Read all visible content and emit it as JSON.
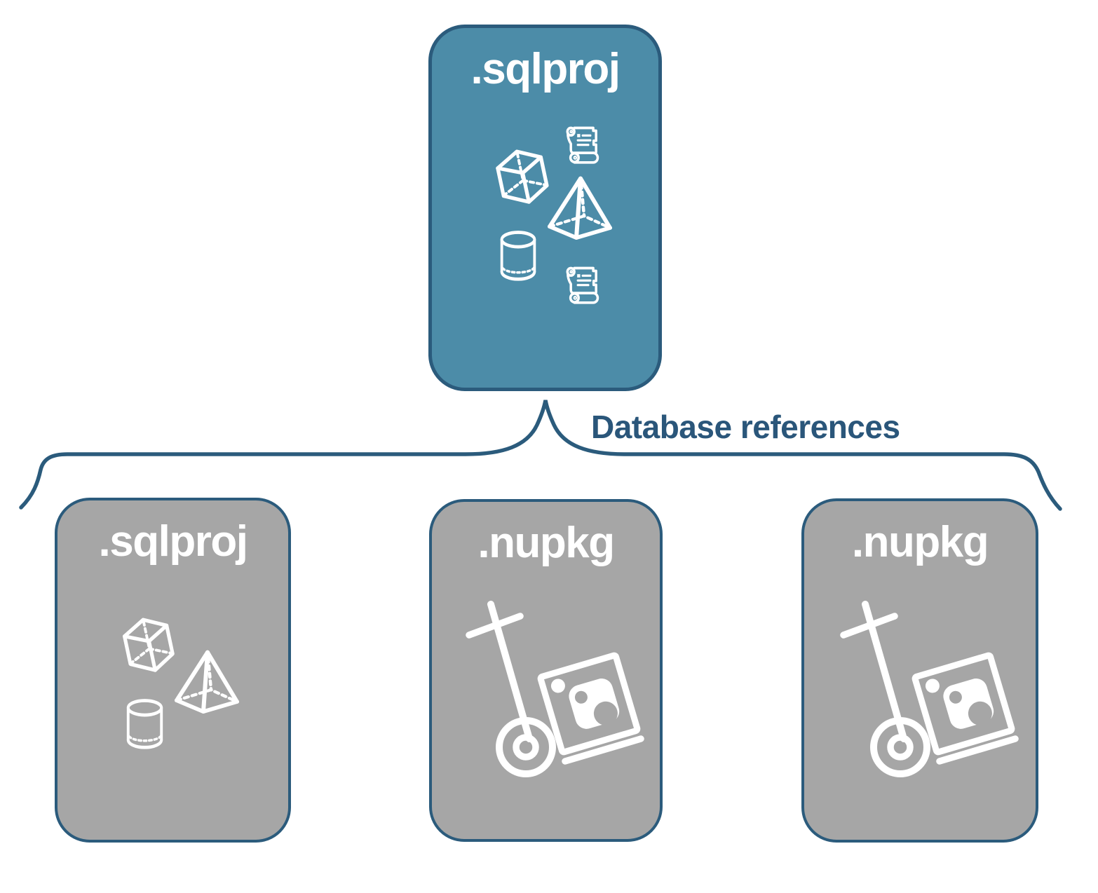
{
  "colors": {
    "root_fill": "#4C8CA8",
    "child_fill": "#A6A6A6",
    "outline": "#2B5B7C",
    "connector_stroke": "#2B5B7C",
    "label_text": "#2A567A",
    "title_text": "#FFFFFF",
    "icon_stroke": "#FFFFFF",
    "background": "#FFFFFF"
  },
  "root_node": {
    "label": ".sqlproj",
    "icons": [
      "cube-icon",
      "script-scroll-icon",
      "pyramid-icon",
      "database-cylinder-icon",
      "script-scroll-icon"
    ]
  },
  "connector": {
    "label": "Database references",
    "shape": "horizontal-curly-brace"
  },
  "child_nodes": [
    {
      "label": ".sqlproj",
      "icons": [
        "cube-icon",
        "pyramid-icon",
        "database-cylinder-icon"
      ]
    },
    {
      "label": ".nupkg",
      "icons": [
        "nuget-package-dolly-icon"
      ]
    },
    {
      "label": ".nupkg",
      "icons": [
        "nuget-package-dolly-icon"
      ]
    }
  ]
}
